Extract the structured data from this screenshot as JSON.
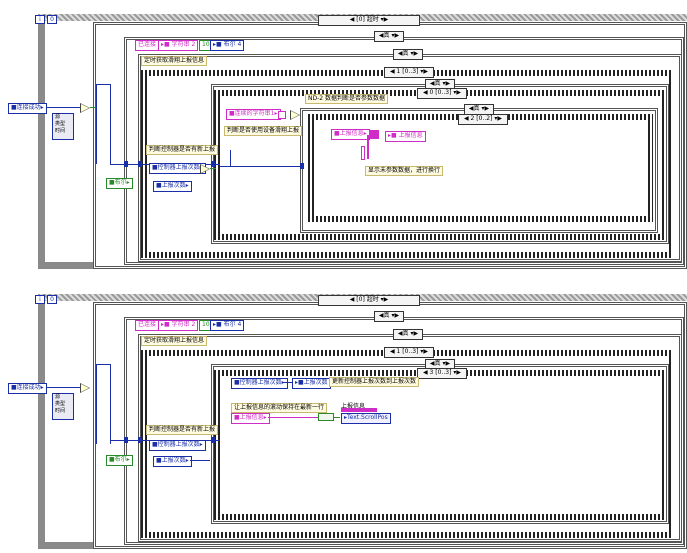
{
  "top": {
    "iter": "i",
    "stop_count": "0",
    "outer_case": "◀ [0] 超时 ▾▶",
    "true_case_1": "◀真 ▾▶",
    "true_case_2": "◀真 ▾▶",
    "true_case_3": "◀真 ▾▶",
    "true_case_4": "◀真 ▾▶",
    "connected_label": "已连接",
    "string_ref": "▸■ 字符串 2",
    "num_const": "10",
    "bool_ref": "▸■ 布尔 4",
    "note_timed": "定时获取滑翔上报信息",
    "note_check": "判断控制器是否有新上报",
    "note_ctrl": "判断是否使用设备滑翔上报",
    "note_display": "显示未参数数据，进行换行",
    "note_mid": "ND-2 数据判断是否参数数据",
    "seq_1": "◀ 1 [0..3] ▾▶",
    "seq_0": "◀ 0 [0..3] ▾▶",
    "seq_2": "◀ 2 [0..2] ▾▶",
    "left_input": "■连接成功▸",
    "bundle_items": [
      "源",
      "类型",
      "时间"
    ],
    "bool_in": "■布尔▸",
    "ctrl_report_count": "■控制器上报次数▸",
    "report_count": "■上报次数▸",
    "bool_ref2": "■连续的字符串1▸",
    "upload_info": "■上报信息▸",
    "upload_info_out": "▸■ 上报信息"
  },
  "bottom": {
    "iter": "i",
    "stop_count": "0",
    "outer_case": "◀ [0] 超时 ▾▶",
    "true_case_1": "◀真 ▾▶",
    "true_case_2": "◀真 ▾▶",
    "true_case_3": "◀真 ▾▶",
    "connected_label": "已连接",
    "string_ref": "▸■ 字符串 2",
    "num_const": "10",
    "bool_ref": "▸■ 布尔 4",
    "note_timed": "定时获取滑翔上报信息",
    "note_check": "判断控制器是否有新上报",
    "seq_1": "◀ 1 [0..3] ▾▶",
    "seq_3": "◀ 3 [0..3] ▾▶",
    "left_input": "■连接成功▸",
    "bundle_items": [
      "源",
      "类型",
      "时间"
    ],
    "bool_in": "■布尔▸",
    "ctrl_report_count": "■控制器上报次数▸",
    "report_count": "■上报次数▸",
    "ctrl_count_inner": "■控制器上报次数▸",
    "report_count_out": "▸■上报次数",
    "note_update": "更新控制器上报次数到上报次数",
    "note_scroll": "让上报信息的滚动保持在最新一行",
    "upload_info": "■上报信息▸",
    "upload_label": "上报信息",
    "scroll_prop": "▸Text.ScrollPos"
  }
}
